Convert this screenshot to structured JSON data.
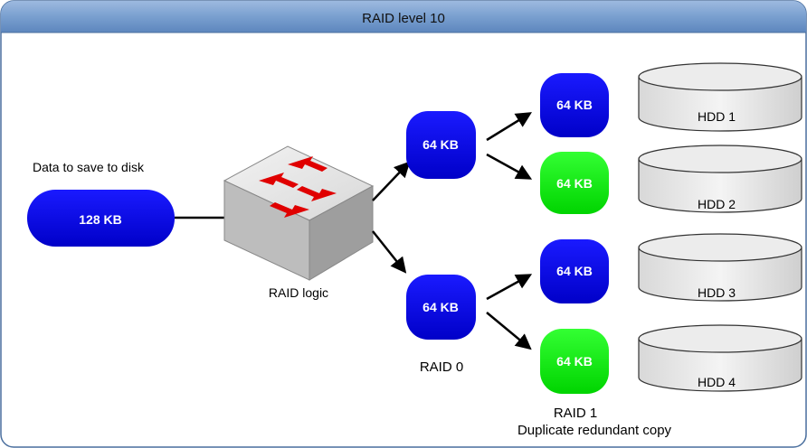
{
  "title": "RAID level 10",
  "input": {
    "label": "Data to save to disk",
    "block": "128 KB"
  },
  "logic": {
    "label": "RAID logic"
  },
  "stripe": {
    "label": "RAID 0",
    "blocks": [
      "64 KB",
      "64 KB"
    ]
  },
  "mirror": {
    "label": "RAID 1",
    "sublabel": "Duplicate redundant copy",
    "blocks": [
      "64 KB",
      "64 KB",
      "64 KB",
      "64 KB"
    ]
  },
  "disks": [
    "HDD 1",
    "HDD 2",
    "HDD 3",
    "HDD 4"
  ],
  "colors": {
    "title_bar": "#6f95c7",
    "border": "#4a6f9e",
    "data_block": "#0000e6",
    "mirror_block": "#00e600",
    "arrow": "#000000",
    "switch_arrow": "#e00000",
    "disk_fill": "#e6e6e6",
    "disk_stroke": "#333333"
  }
}
